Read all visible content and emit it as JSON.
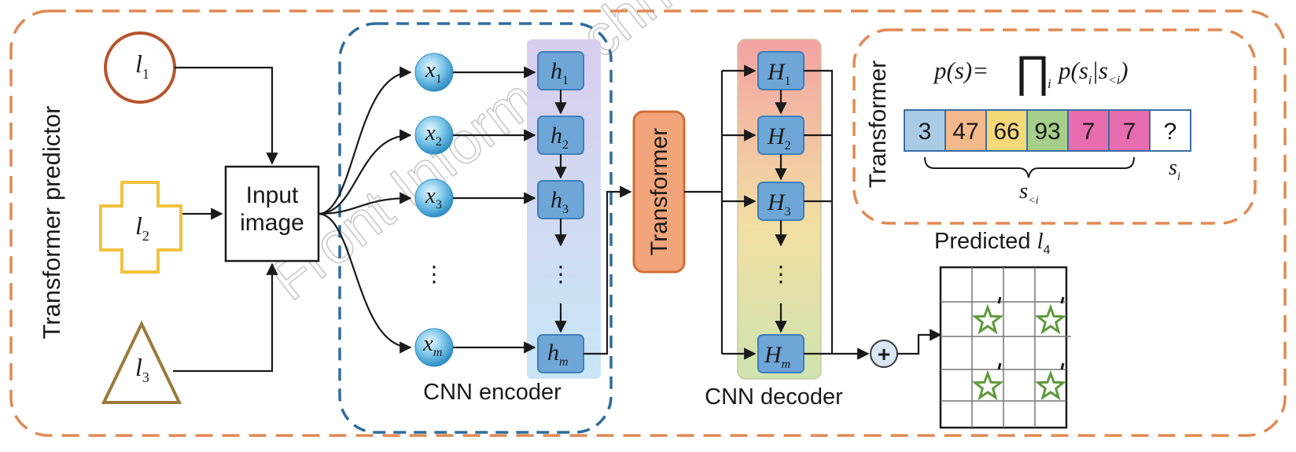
{
  "title_side": "Transformer predictor",
  "inputs": {
    "l1": {
      "base": "l",
      "sub": "1",
      "shape": "circle-icon",
      "color": "#b5552c"
    },
    "l2": {
      "base": "l",
      "sub": "2",
      "shape": "cross-icon",
      "color": "#f3c23d"
    },
    "l3": {
      "base": "l",
      "sub": "3",
      "shape": "triangle-icon",
      "color": "#9c7a3b"
    }
  },
  "input_image": {
    "line1": "Input",
    "line2": "image"
  },
  "encoder": {
    "label": "CNN encoder",
    "x_nodes": [
      {
        "base": "x",
        "sub": "1"
      },
      {
        "base": "x",
        "sub": "2"
      },
      {
        "base": "x",
        "sub": "3"
      },
      {
        "base": "x",
        "sub": "m"
      }
    ],
    "h_nodes": [
      {
        "base": "h",
        "sub": "1"
      },
      {
        "base": "h",
        "sub": "2"
      },
      {
        "base": "h",
        "sub": "3"
      },
      {
        "base": "h",
        "sub": "m"
      }
    ],
    "ellipsis": "⋮"
  },
  "transformer_block": "Transformer",
  "decoder": {
    "label": "CNN decoder",
    "H_nodes": [
      {
        "base": "H",
        "sub": "1"
      },
      {
        "base": "H",
        "sub": "2"
      },
      {
        "base": "H",
        "sub": "3"
      },
      {
        "base": "H",
        "sub": "m"
      }
    ]
  },
  "transformer_detail": {
    "side_label": "Transformer",
    "formula": {
      "lhs": "p(s)=",
      "prod": "∏",
      "prod_sub": "i",
      "rhs_p": "p(s",
      "rhs_sub_i": "i",
      "rhs_bar": "|s",
      "rhs_sub_lt": "<i",
      "close": ")"
    },
    "tokens": [
      {
        "value": "3",
        "color": "#a9cbe6"
      },
      {
        "value": "47",
        "color": "#f4b98a"
      },
      {
        "value": "66",
        "color": "#f5d978"
      },
      {
        "value": "93",
        "color": "#a5cf8a"
      },
      {
        "value": "7",
        "color": "#e86cb0"
      },
      {
        "value": "7",
        "color": "#e86cb0"
      },
      {
        "value": "?",
        "color": "#ffffff"
      }
    ],
    "s_i": {
      "base": "s",
      "sub": "i"
    },
    "s_lt_i": {
      "base": "s",
      "sub": "<i"
    }
  },
  "plus": "+",
  "predicted": {
    "label": "Predicted ",
    "base": "l",
    "sub": "4"
  },
  "watermark": "Front Inform Technol El"
}
